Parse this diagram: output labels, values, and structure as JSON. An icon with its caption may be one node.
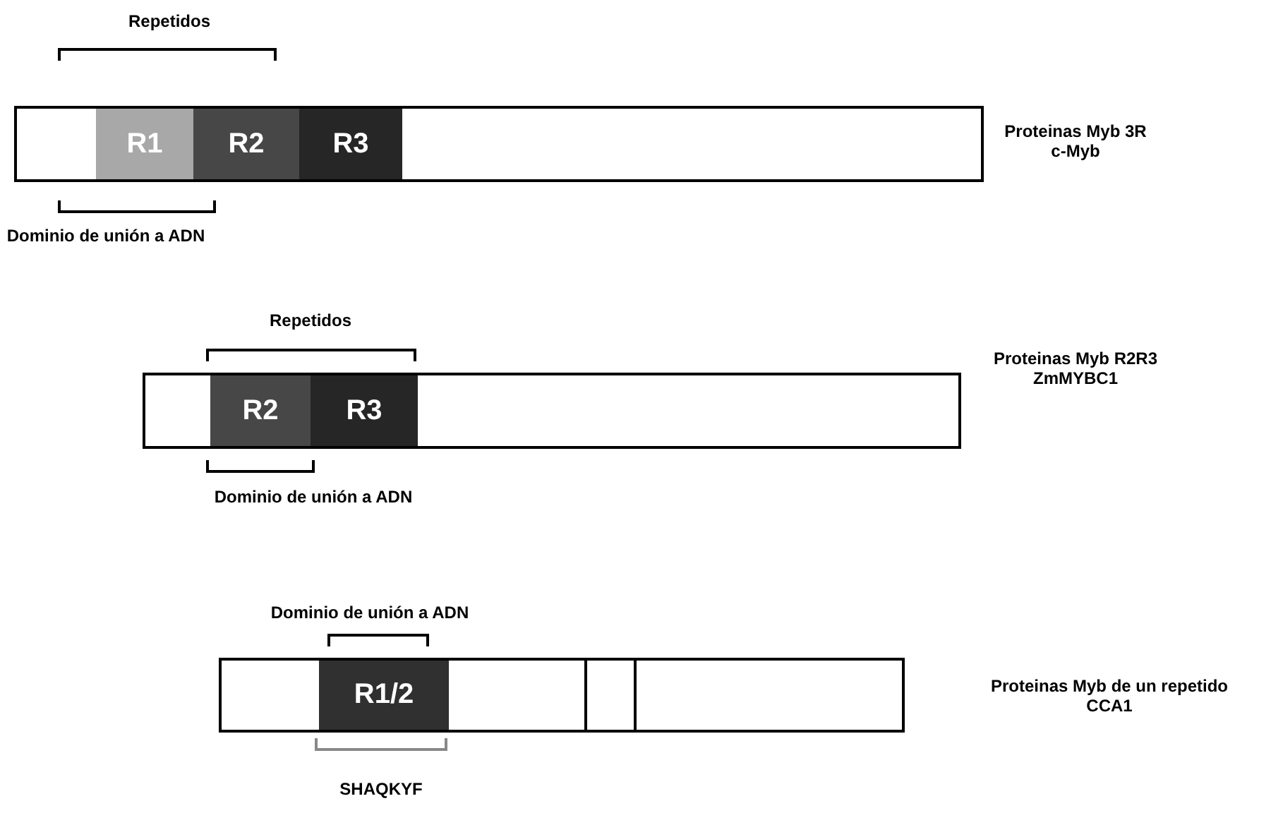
{
  "diagram": {
    "nodes": [
      {
        "text": [],
        "shape": "bar",
        "beside": [
          "Proteinas Myb 3R",
          "c-Myb"
        ]
      },
      {
        "text": [
          "R1"
        ],
        "in": 0
      },
      {
        "text": [
          "R2"
        ],
        "in": 0
      },
      {
        "text": [
          "R3"
        ],
        "in": 0
      },
      {
        "text": [],
        "shape": "bar",
        "beside": [
          "Proteinas Myb R2R3",
          "ZmMYBC1"
        ]
      },
      {
        "text": [
          "R2"
        ],
        "in": 4
      },
      {
        "text": [
          "R3"
        ],
        "in": 4
      },
      {
        "text": [],
        "shape": "bar",
        "beside": [
          "Proteinas Myb de un repetido",
          "CCA1"
        ]
      },
      {
        "text": [
          "R1/2"
        ],
        "in": 7
      }
    ],
    "edges": [],
    "labels": [
      "Repetidos",
      "Dominio de unión a ADN",
      "Repetidos",
      "Dominio de unión a ADN",
      "Dominio de unión a ADN",
      "SHAQKYF"
    ]
  }
}
